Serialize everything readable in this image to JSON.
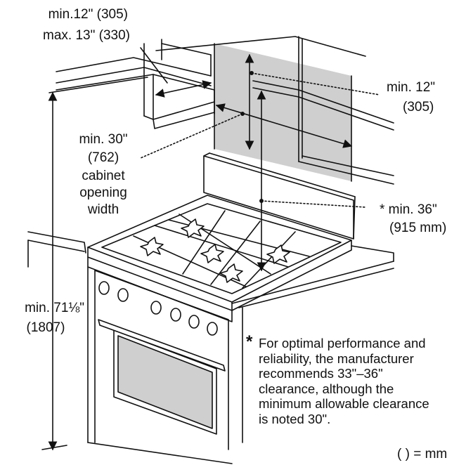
{
  "labels": {
    "upper_min": "min.12\" (305)",
    "upper_max": "max. 13\" (330)",
    "right_min": "min. 12\"",
    "right_mm": "(305)",
    "width_min": "min. 30\"",
    "width_mm": "(762)",
    "width_cab1": "cabinet",
    "width_cab2": "opening",
    "width_cab3": "width",
    "clear_min": "* min. 36\"",
    "clear_mm": "(915 mm)",
    "height_min": "min. 71⅛\"",
    "height_mm": "(1807)",
    "note_star": "*",
    "note_lines": [
      "For optimal performance and",
      "reliability, the manufacturer",
      "recommends 33\"–36\"",
      "clearance, although the",
      "minimum allowable clearance",
      "is noted 30\"."
    ],
    "legend": "( ) = mm"
  },
  "colors": {
    "line": "#111111",
    "shade": "#cfcfcf",
    "background": "#ffffff"
  }
}
